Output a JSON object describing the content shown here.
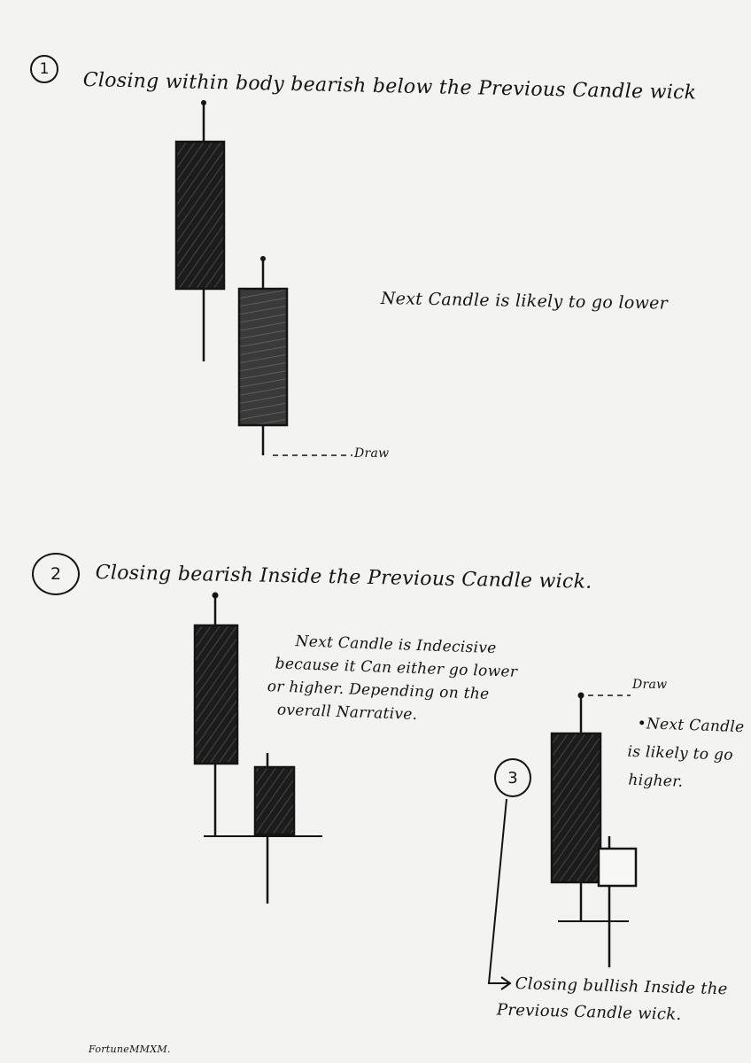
{
  "section1": {
    "number": "1",
    "title": "Closing within body bearish below the Previous Candle wick",
    "note": "Next  Candle is likely to go lower",
    "draw_label": "Draw"
  },
  "section2": {
    "number": "2",
    "title": "Closing bearish Inside the Previous Candle wick.",
    "note_lines": [
      "Next Candle is Indecisive",
      "because it Can either go lower",
      "or higher. Depending on the",
      "overall Narrative."
    ]
  },
  "section3": {
    "number": "3",
    "draw_label": "Draw",
    "note_lines": [
      "•Next Candle",
      "is likely to go",
      "higher."
    ],
    "caption_lines": [
      "Closing bullish Inside the",
      "Previous Candle wick."
    ]
  },
  "footer": {
    "signature": "FortuneMMXM."
  },
  "colors": {
    "ink": "#141414",
    "paper": "#f3f3f1",
    "candle_dark": "#1c1c1c",
    "candle_grey": "#3a3a3a"
  }
}
